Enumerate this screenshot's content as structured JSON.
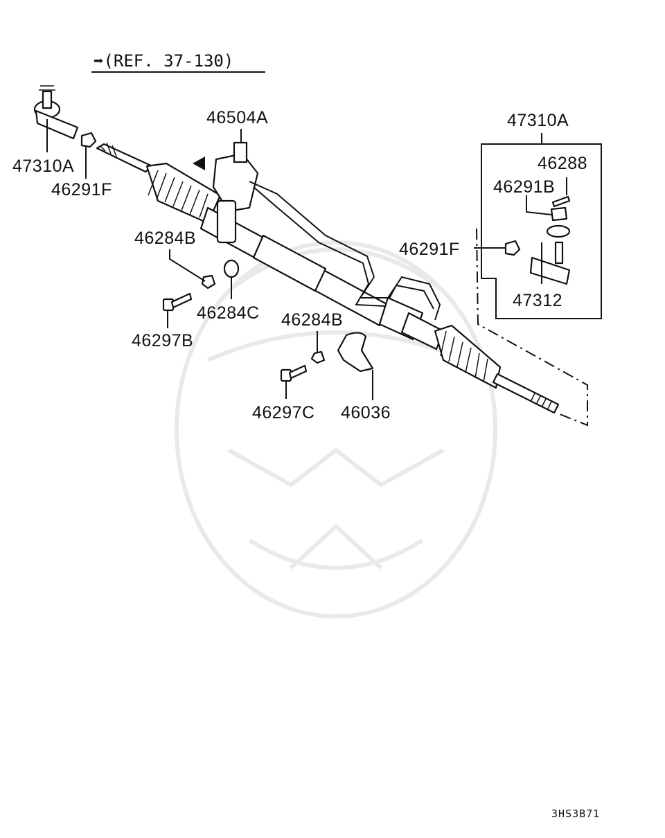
{
  "reference": "➡(REF. 37-130)",
  "drawing_code": "3HS3B71",
  "labels": {
    "l46504A": "46504A",
    "l47310A_left": "47310A",
    "l46291F_left": "46291F",
    "l46284B_a": "46284B",
    "l46284C": "46284C",
    "l46297B": "46297B",
    "l46284B_b": "46284B",
    "l46297C": "46297C",
    "l46036": "46036",
    "l47310A_right": "47310A",
    "l46288": "46288",
    "l46291B": "46291B",
    "l46291F_right": "46291F",
    "l47312": "47312"
  }
}
